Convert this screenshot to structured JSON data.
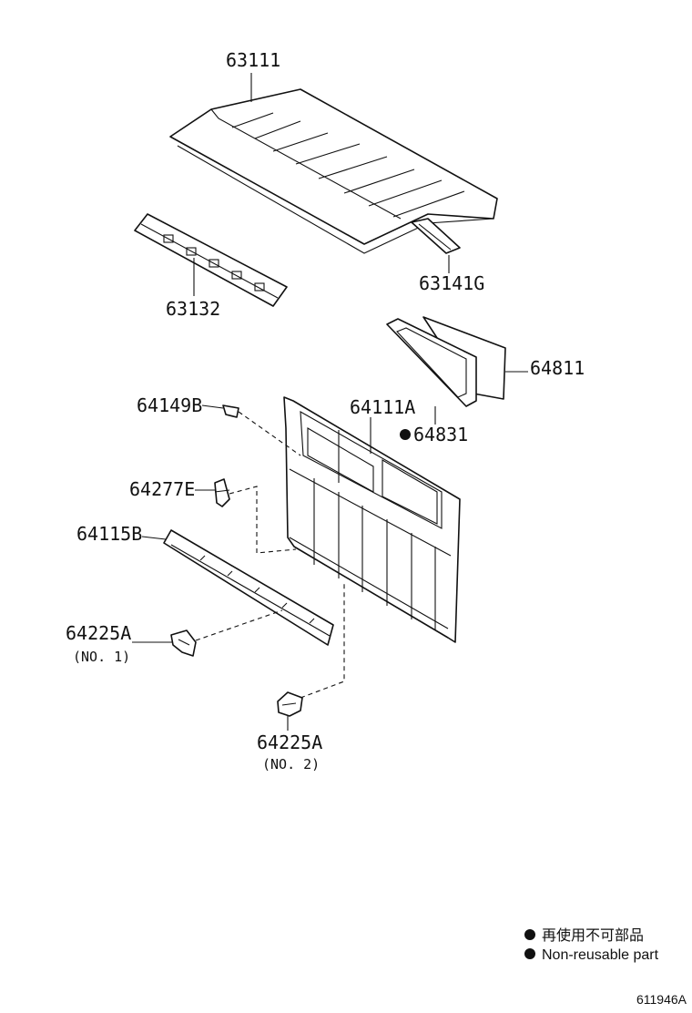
{
  "parts": {
    "p63111": "63111",
    "p63132": "63132",
    "p63141g": "63141G",
    "p64811": "64811",
    "p64111a": "64111A",
    "p64831": "64831",
    "p64149b": "64149B",
    "p64277e": "64277E",
    "p64115b": "64115B",
    "p64225a_1": "64225A",
    "p64225a_1_note": "(NO. 1)",
    "p64225a_2": "64225A",
    "p64225a_2_note": "(NO. 2)"
  },
  "legend": {
    "jp": "再使用不可部品",
    "en": "Non-reusable part"
  },
  "figure_id": "611946A"
}
